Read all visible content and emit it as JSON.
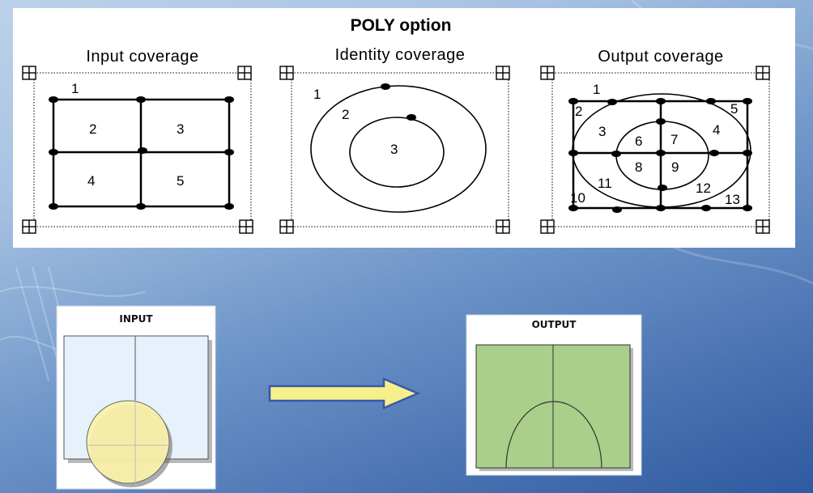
{
  "diagram": {
    "title": "POLY option",
    "panels": [
      {
        "heading": "Input coverage",
        "labels": [
          "1",
          "2",
          "3",
          "4",
          "5"
        ]
      },
      {
        "heading": "Identity coverage",
        "labels": [
          "1",
          "2",
          "3"
        ]
      },
      {
        "heading": "Output coverage",
        "labels": [
          "1",
          "2",
          "3",
          "4",
          "5",
          "6",
          "7",
          "8",
          "9",
          "10",
          "11",
          "12",
          "13"
        ]
      }
    ],
    "lower": {
      "input_label": "INPUT",
      "output_label": "OUTPUT"
    }
  },
  "colors": {
    "input_rect": "#e6f1fb",
    "input_circle": "#fbf2a8",
    "output_fill": "#a9cf8b",
    "arrow_fill": "#f6f08c",
    "arrow_stroke": "#3a57a8"
  }
}
